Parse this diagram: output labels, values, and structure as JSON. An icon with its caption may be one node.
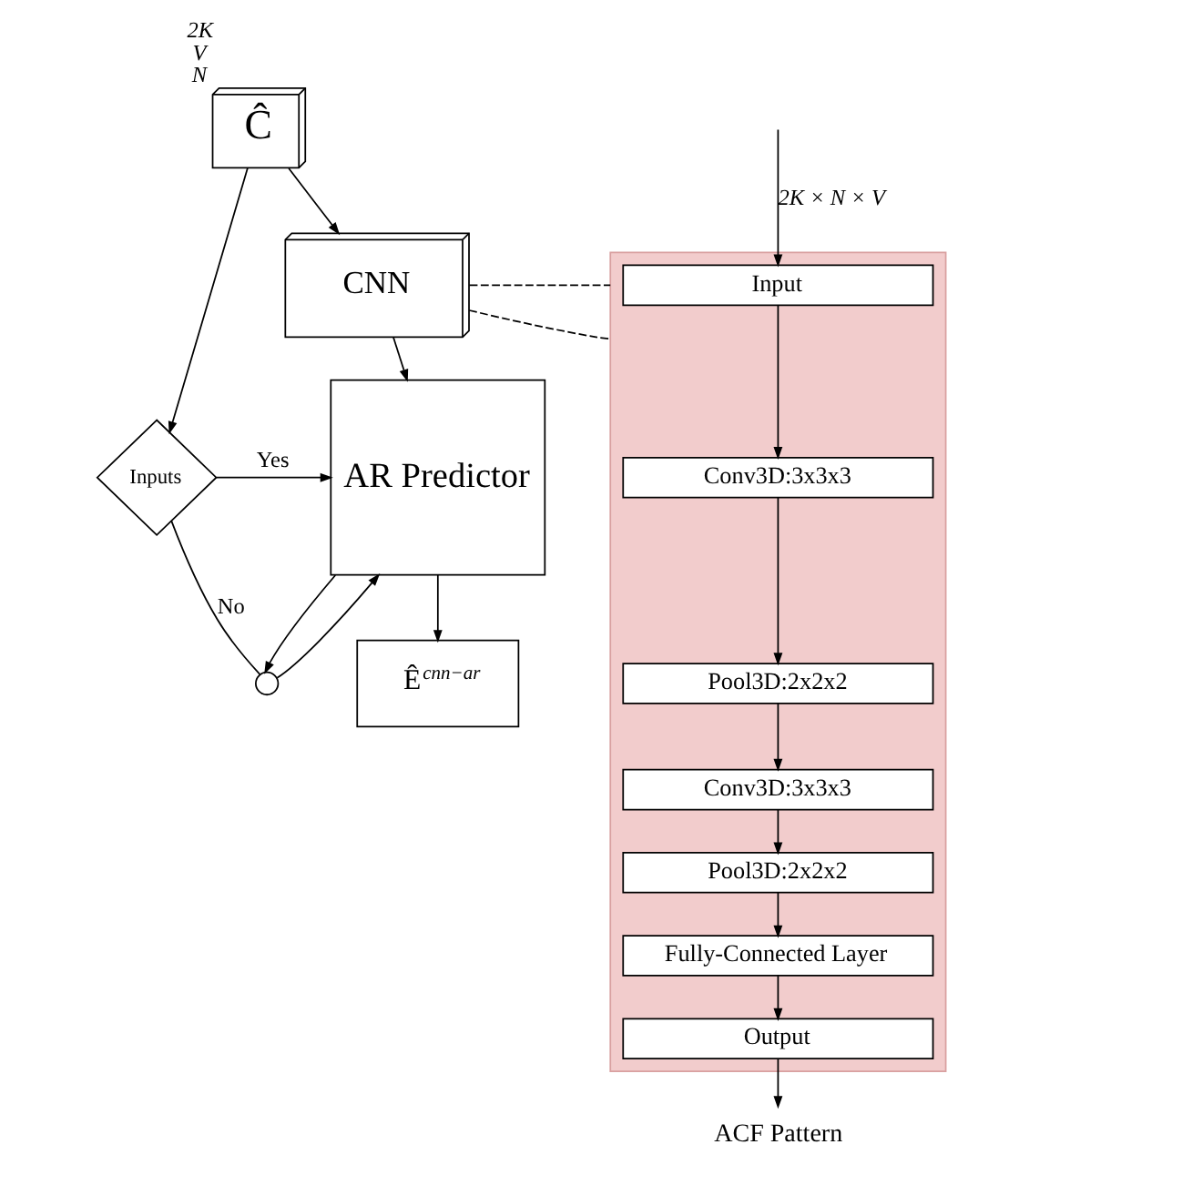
{
  "diagram": {
    "nodes": [
      {
        "text": [
          "Ĉ"
        ],
        "beside": [
          "2K",
          "V",
          "N"
        ]
      },
      {
        "text": [
          "CNN"
        ]
      },
      {
        "text": [
          "Inputs"
        ]
      },
      {
        "text": [
          "AR Predictor"
        ]
      },
      {
        "text": [],
        "shape": "circle"
      },
      {
        "text": [
          "Ê$^{cnn−ar}$"
        ]
      },
      {
        "text": [],
        "shape": "box"
      },
      {
        "text": [
          "Input"
        ],
        "in": 6
      },
      {
        "text": [
          "Conv3D:3x3x3"
        ],
        "in": 6
      },
      {
        "text": [
          "Pool3D:2x2x2"
        ],
        "in": 6
      },
      {
        "text": [
          "Conv3D:3x3x3"
        ],
        "in": 6
      },
      {
        "text": [
          "Pool3D:2x2x2"
        ],
        "in": 6
      },
      {
        "text": [
          "Fully-Connected Layer"
        ],
        "in": 6
      },
      {
        "text": [
          "Output"
        ],
        "in": 6
      },
      {
        "text": [
          "ACF Pattern"
        ]
      }
    ],
    "edges": [
      {
        "from": 0,
        "to": 1,
        "arrow": "to"
      },
      {
        "from": 0,
        "to": 2,
        "arrow": "to"
      },
      {
        "from": 1,
        "to": 3,
        "arrow": "to"
      },
      {
        "from": 2,
        "to": 3,
        "arrow": "to",
        "label": "Yes"
      },
      {
        "from": 2,
        "to": 4,
        "arrow": "none",
        "label": "No"
      },
      {
        "from": 4,
        "to": 3,
        "arrow": "to"
      },
      {
        "from": 3,
        "to": 5,
        "arrow": "to"
      },
      {
        "from": 3,
        "to": 4,
        "arrow": "to"
      },
      {
        "from": 1,
        "to": 6,
        "arrow": "none",
        "style": "dashed"
      },
      {
        "from": 1,
        "to": 6,
        "arrow": "none",
        "style": "dashed"
      },
      {
        "from": null,
        "to": 7,
        "arrow": "to",
        "label": "2K × N × V"
      },
      {
        "from": 7,
        "to": 8,
        "arrow": "to"
      },
      {
        "from": 8,
        "to": 9,
        "arrow": "to"
      },
      {
        "from": 9,
        "to": 10,
        "arrow": "to"
      },
      {
        "from": 10,
        "to": 11,
        "arrow": "to"
      },
      {
        "from": 11,
        "to": 12,
        "arrow": "to"
      },
      {
        "from": 12,
        "to": 13,
        "arrow": "to"
      },
      {
        "from": 13,
        "to": 14,
        "arrow": "to"
      }
    ]
  }
}
